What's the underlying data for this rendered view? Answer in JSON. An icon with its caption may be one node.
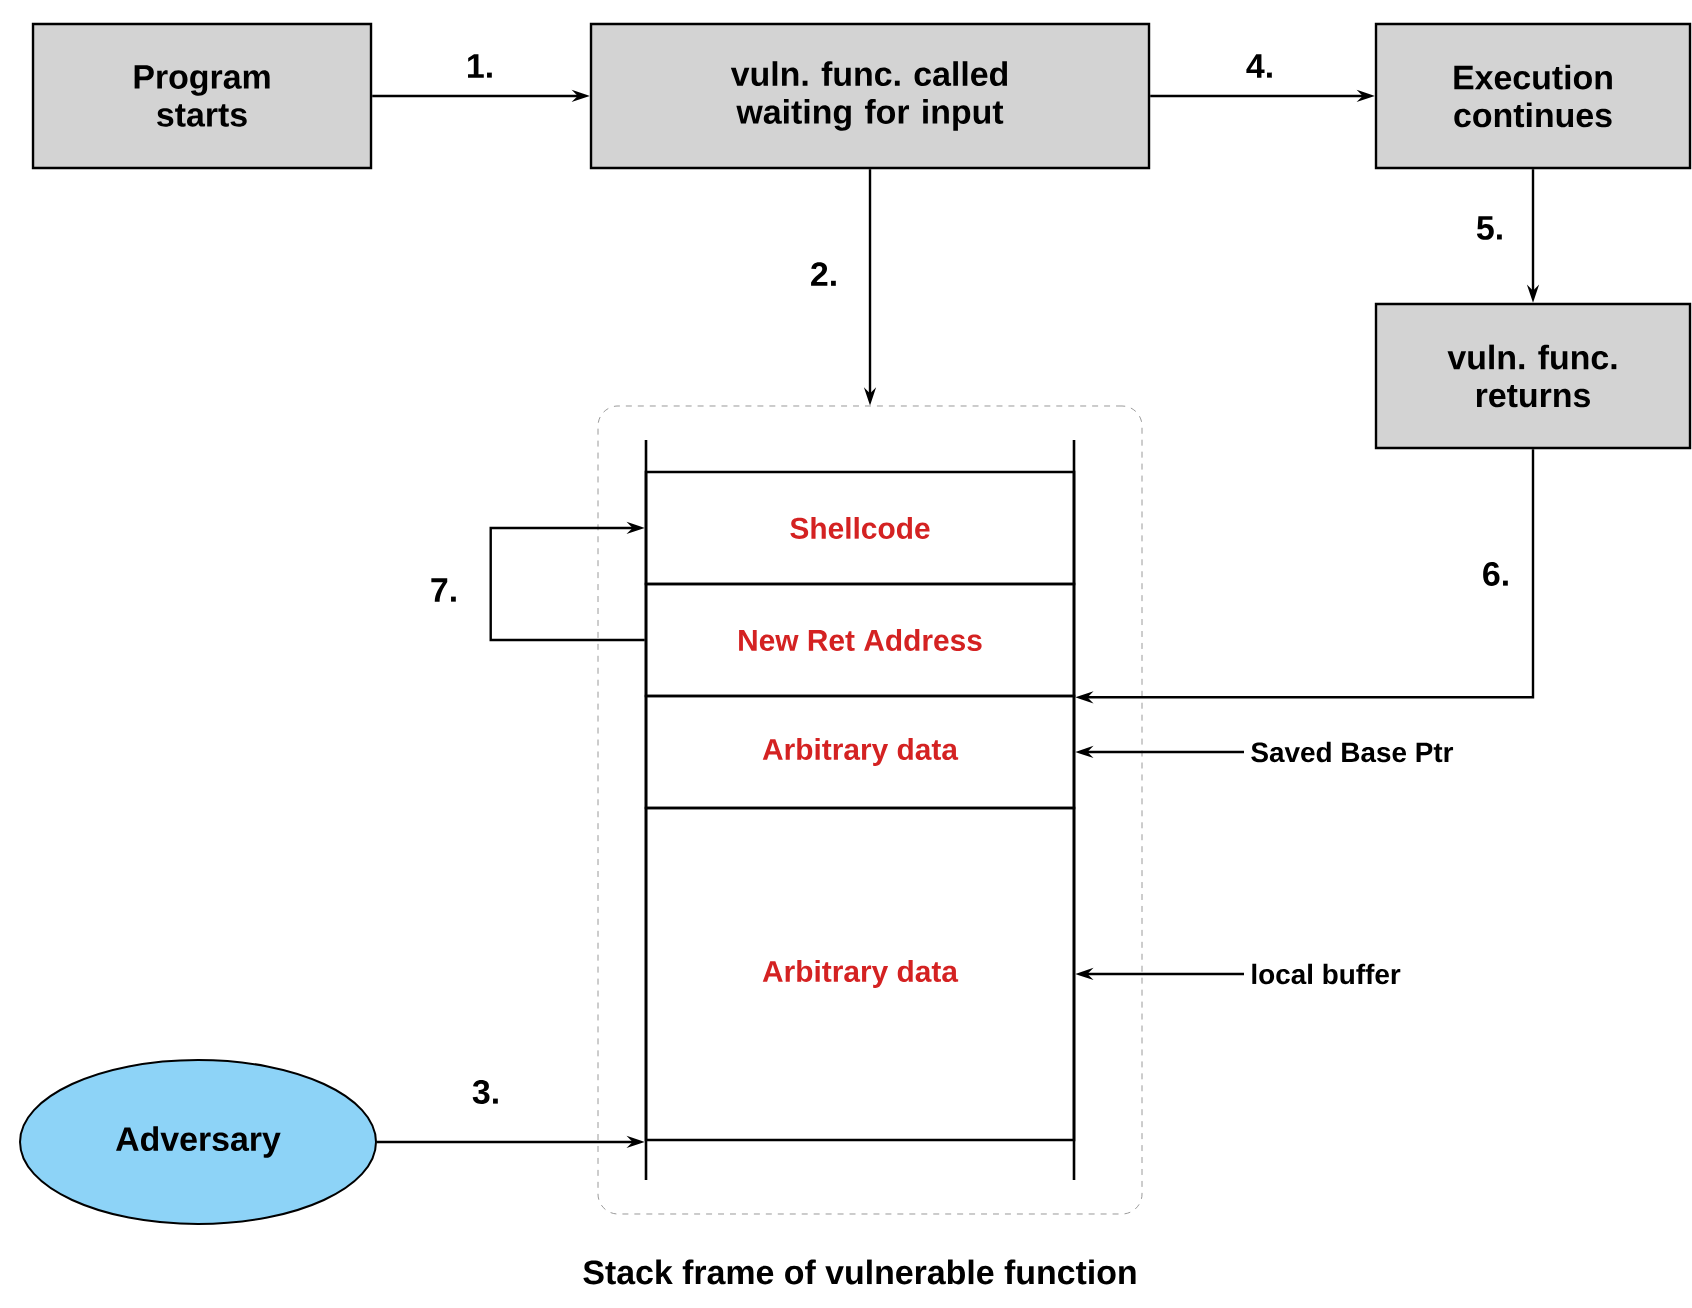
{
  "diagram": {
    "title": "Stack frame of vulnerable function",
    "nodes": [
      {
        "text": [
          "Program starts"
        ]
      },
      {
        "text": [
          "vuln. func. called waiting for input"
        ]
      },
      {
        "text": [
          "Execution continues"
        ]
      },
      {
        "text": [
          "vuln. func. returns"
        ]
      },
      {
        "text": [],
        "shape": "box"
      },
      {
        "text": [
          "Shellcode"
        ],
        "in": 4
      },
      {
        "text": [
          "New Ret Address"
        ],
        "in": 4
      },
      {
        "text": [
          "Arbitrary data"
        ],
        "in": 4
      },
      {
        "text": [
          "Arbitrary data"
        ],
        "in": 4
      },
      {
        "text": [
          "Adversary"
        ]
      },
      {
        "text": [
          "Saved Base Ptr"
        ]
      },
      {
        "text": [
          "local buffer"
        ]
      }
    ],
    "edges": [
      {
        "from": 0,
        "to": 1,
        "arrow": "to",
        "label": "1."
      },
      {
        "from": 1,
        "to": 4,
        "arrow": "to",
        "label": "2."
      },
      {
        "from": 9,
        "to": 8,
        "arrow": "to",
        "label": "3."
      },
      {
        "from": 1,
        "to": 2,
        "arrow": "to",
        "label": "4."
      },
      {
        "from": 2,
        "to": 3,
        "arrow": "to",
        "label": "5."
      },
      {
        "from": 3,
        "to": 6,
        "arrow": "to",
        "label": "6."
      },
      {
        "from": 6,
        "to": 5,
        "arrow": "to",
        "label": "7."
      },
      {
        "from": 10,
        "to": 7,
        "arrow": "to"
      },
      {
        "from": 11,
        "to": 8,
        "arrow": "to"
      }
    ]
  }
}
